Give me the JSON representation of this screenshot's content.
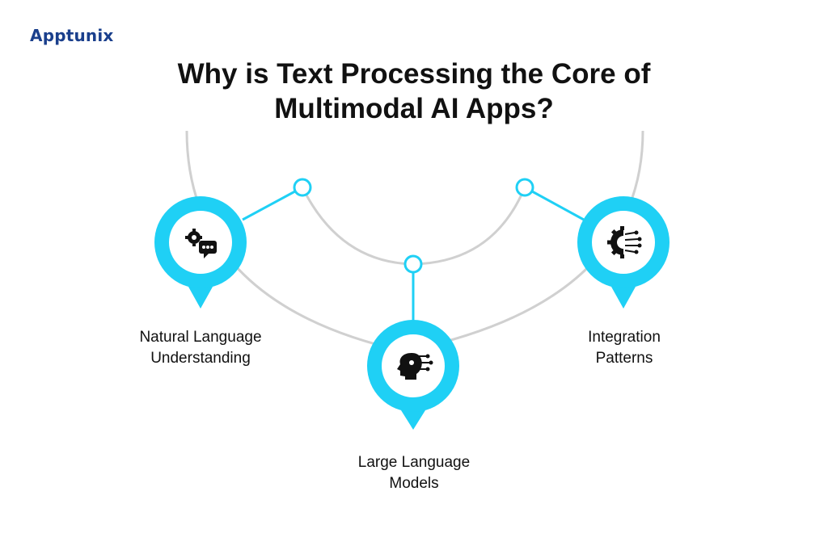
{
  "brand": {
    "name": "Apptunix",
    "first_letter": "A",
    "rest": "pptunix",
    "logo_icon": "apptunix-logo-icon",
    "color": "#1a3f8c"
  },
  "title": {
    "line1": "Why is Text Processing the Core of",
    "line2": "Multimodal AI Apps?"
  },
  "colors": {
    "accent": "#1fd0f5",
    "connector": "#d0d0d0",
    "text": "#111111"
  },
  "nodes": [
    {
      "icon": "gear-chat-icon",
      "label_line1": "Natural Language",
      "label_line2": "Understanding"
    },
    {
      "icon": "ai-head-icon",
      "label_line1": "Large Language",
      "label_line2": "Models"
    },
    {
      "icon": "gear-network-icon",
      "label_line1": "Integration",
      "label_line2": "Patterns"
    }
  ]
}
